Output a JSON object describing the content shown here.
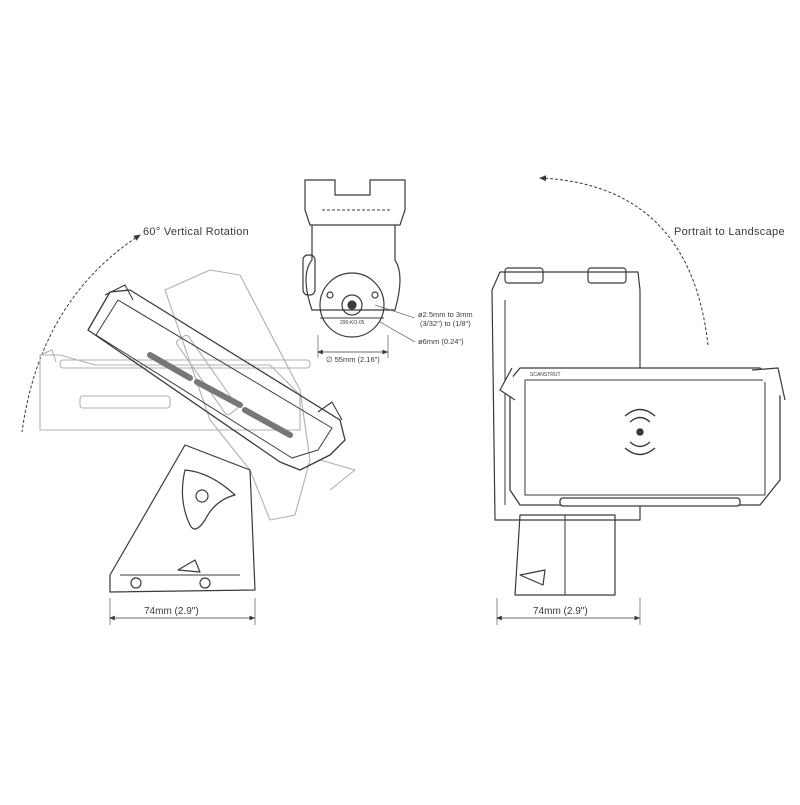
{
  "labels": {
    "rotation_left": "60° Vertical  Rotation",
    "rotation_right": "Portrait to Landscape",
    "left_width": "74mm (2.9\")",
    "right_width": "74mm (2.9\")",
    "center_diameter": "55mm (2.16\")",
    "screw_size_line1": "ø2.5mm to 3mm",
    "screw_size_line2": "(3/32\") to (1/8\")",
    "hole_diameter": "ø6mm (0.24\")",
    "base_plate_text": "290-KO-05",
    "clamp_brand": "SCANSTRUT"
  },
  "colors": {
    "line": "#3a3a3a",
    "ghost": "#9a9a9a",
    "light": "#c8c8c8"
  }
}
